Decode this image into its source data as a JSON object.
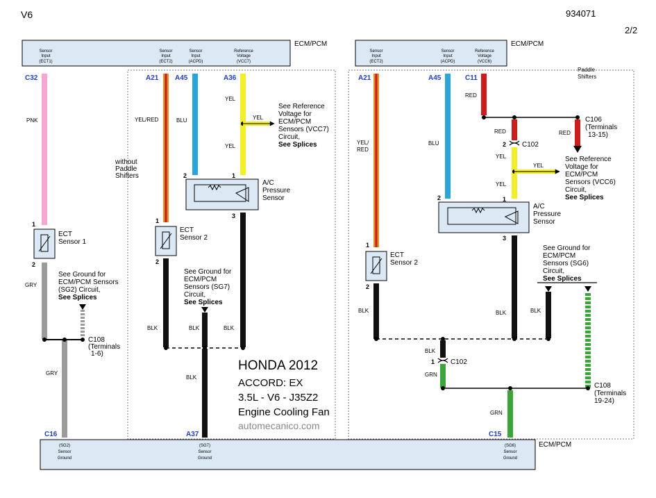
{
  "header": {
    "engine": "V6",
    "code": "934071",
    "page": "2/2"
  },
  "watermark": {
    "line1": "HONDA 2012",
    "line2": "ACCORD: EX",
    "line3": "3.5L - V6 - J35Z2",
    "line4": "Engine Cooling Fan",
    "line5": "automecanico.com"
  },
  "ecm": {
    "title": "ECM/PCM",
    "left": {
      "s1": [
        "Sensor",
        "Input",
        "(ECT1)"
      ],
      "s2": [
        "Sensor",
        "Input",
        "(ECT2)"
      ],
      "s3": [
        "Sensor",
        "Input",
        "(ACPD)"
      ],
      "s4": [
        "Reference",
        "Voltage",
        "(VCC7)"
      ],
      "pins": [
        "C32",
        "A21",
        "A45",
        "A36"
      ]
    },
    "right": {
      "s1": [
        "Sensor",
        "Input",
        "(ECT2)"
      ],
      "s2": [
        "Sensor",
        "Input",
        "(ACPD)"
      ],
      "s3": [
        "Reference",
        "Voltage",
        "(VCC6)"
      ],
      "pins": [
        "A21",
        "A45",
        "C11"
      ]
    },
    "bottom": {
      "g1": [
        "(SG2)",
        "Sensor",
        "Ground"
      ],
      "g2": [
        "(SG7)",
        "Sensor",
        "Ground"
      ],
      "g3": [
        "(SG6)",
        "Sensor",
        "Ground"
      ],
      "pins": [
        "C16",
        "A37",
        "C15"
      ]
    }
  },
  "labels": {
    "paddle": [
      "Paddle",
      "Shifters"
    ],
    "without_paddle": [
      "without",
      "Paddle",
      "Shifters"
    ],
    "ect1": [
      "ECT",
      "Sensor 1"
    ],
    "ect2": [
      "ECT",
      "Sensor 2"
    ],
    "ac": [
      "A/C",
      "Pressure",
      "Sensor"
    ],
    "ref7": [
      "See Reference",
      "Voltage for",
      "ECM/PCM",
      "Sensors (VCC7)",
      "Circuit,",
      "See Splices"
    ],
    "ref6": [
      "See Reference",
      "Voltage for",
      "ECM/PCM",
      "Sensors (VCC6)",
      "Circuit,",
      "See Splices"
    ],
    "gnd2": [
      "See Ground for",
      "ECM/PCM Sensors",
      "(SG2) Circuit,",
      "See Splices"
    ],
    "gnd7": [
      "See Ground for",
      "ECM/PCM",
      "Sensors (SG7)",
      "Circuit,",
      "See Splices"
    ],
    "gnd6": [
      "See Ground for",
      "ECM/PCM",
      "Sensors (SG6)",
      "Circuit,",
      "See Splices"
    ],
    "c108a": [
      "C108",
      "(Terminals",
      "1-6)"
    ],
    "c108b": [
      "C108",
      "(Terminals",
      "19-24)"
    ],
    "c106": [
      "C106",
      "(Terminals",
      "13-15)"
    ],
    "c102": "C102",
    "pin1": "1",
    "pin2": "2",
    "pin3": "3"
  },
  "wires": {
    "pnk": "PNK",
    "gry": "GRY",
    "yelred": "YEL/RED",
    "yelred2": [
      "YEL/",
      "RED"
    ],
    "blu": "BLU",
    "yel": "YEL",
    "blk": "BLK",
    "red": "RED",
    "grn": "GRN"
  },
  "colors": {
    "pink": "#f6a6d2",
    "gray": "#9b9b9b",
    "orange": "#e0902a",
    "red": "#cc1d1d",
    "blue": "#2aa5dc",
    "yellow": "#f2ef2a",
    "black": "#111111",
    "green": "#3aa33a",
    "ecm_fill": "#dbe9f4",
    "pin_blue": "#1f3fc4"
  }
}
